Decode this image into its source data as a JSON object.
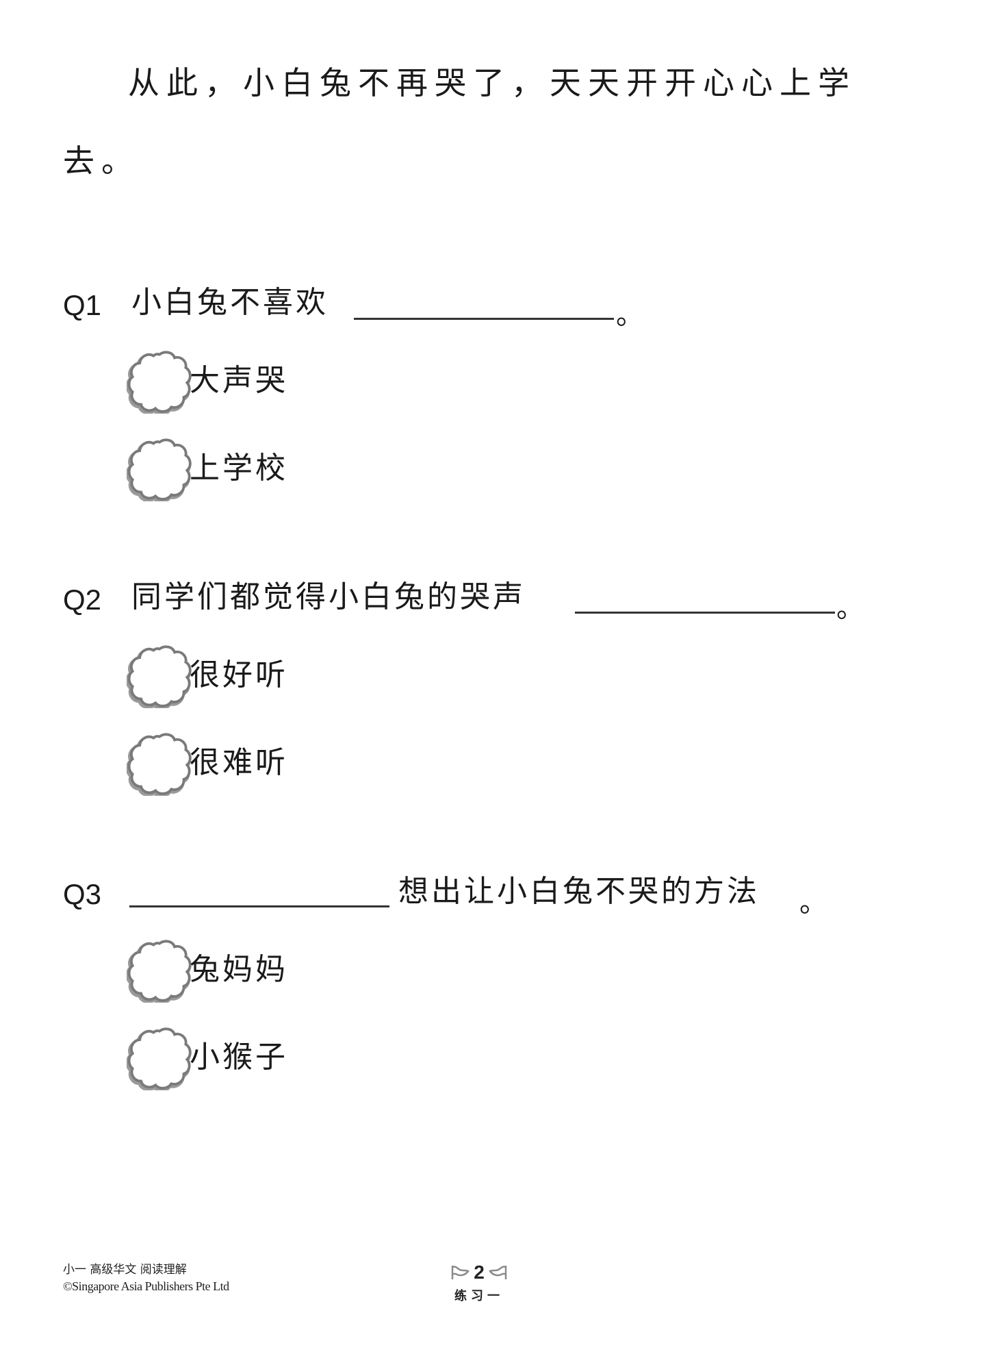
{
  "story": {
    "line1": "从此，小白兔不再哭了，天天开开心心上学",
    "line2": "去。"
  },
  "questions": [
    {
      "label": "Q1",
      "prefix": "小白兔不喜欢",
      "suffix": "",
      "end": "。",
      "options": [
        {
          "text": "大声哭",
          "icon": "flower-bubble-icon"
        },
        {
          "text": "上学校",
          "icon": "flower-bubble-icon"
        }
      ]
    },
    {
      "label": "Q2",
      "prefix": "同学们都觉得小白兔的哭声",
      "suffix": "",
      "end": "。",
      "options": [
        {
          "text": "很好听",
          "icon": "flower-bubble-icon"
        },
        {
          "text": "很难听",
          "icon": "flower-bubble-icon"
        }
      ]
    },
    {
      "label": "Q3",
      "prefix": "",
      "suffix": "想出让小白兔不哭的方法",
      "end": "。",
      "options": [
        {
          "text": "兔妈妈",
          "icon": "flower-bubble-icon"
        },
        {
          "text": "小猴子",
          "icon": "flower-bubble-icon"
        }
      ]
    }
  ],
  "footer": {
    "book_title": "小一 高级华文 阅读理解",
    "copyright": "©Singapore Asia Publishers Pte Ltd",
    "page_number": "2",
    "exercise": "练习一"
  },
  "colors": {
    "text": "#1a1a1a",
    "bubble_outline": "#7a7a7a",
    "bubble_shadow": "#9a9a9a",
    "page_ornament": "#8a8a8a"
  }
}
